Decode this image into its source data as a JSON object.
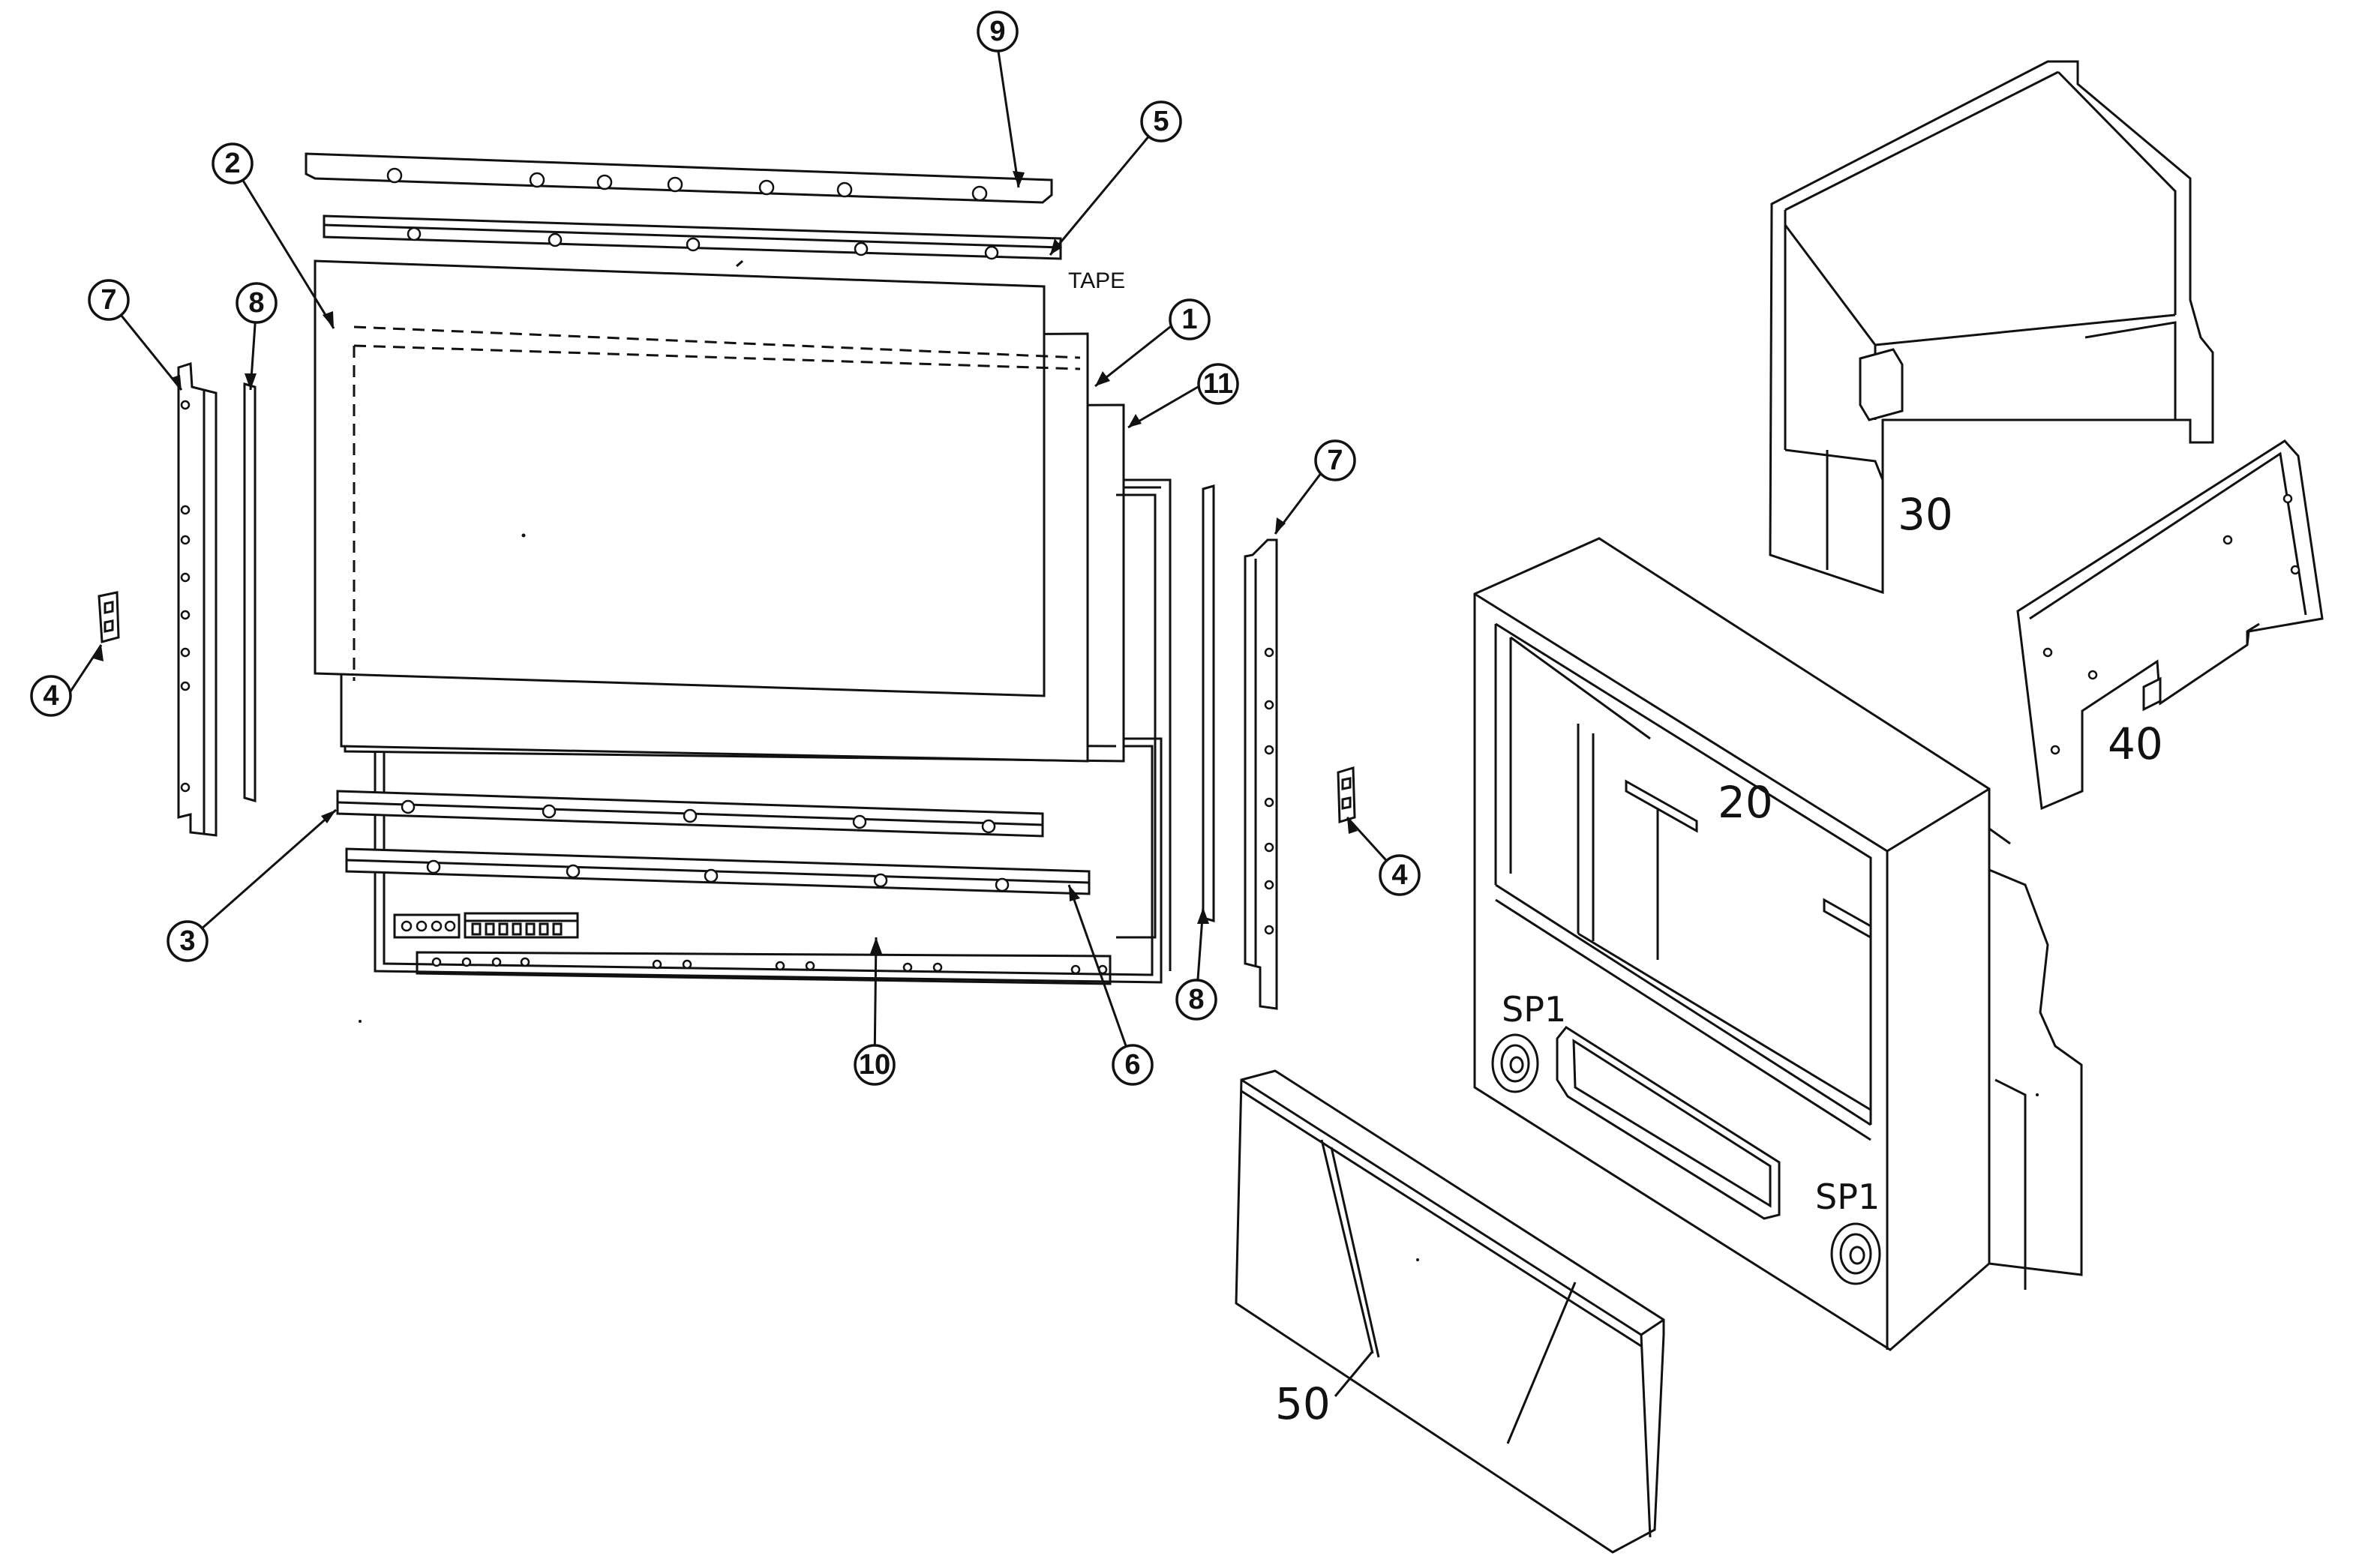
{
  "callouts": [
    {
      "id": "c9",
      "label": "9"
    },
    {
      "id": "c5",
      "label": "5"
    },
    {
      "id": "c2",
      "label": "2"
    },
    {
      "id": "c7a",
      "label": "7"
    },
    {
      "id": "c8a",
      "label": "8"
    },
    {
      "id": "c1",
      "label": "1"
    },
    {
      "id": "c11",
      "label": "11"
    },
    {
      "id": "c7b",
      "label": "7"
    },
    {
      "id": "c4a",
      "label": "4"
    },
    {
      "id": "c3",
      "label": "3"
    },
    {
      "id": "c4b",
      "label": "4"
    },
    {
      "id": "c8b",
      "label": "8"
    },
    {
      "id": "c10",
      "label": "10"
    },
    {
      "id": "c6",
      "label": "6"
    }
  ],
  "labels": {
    "tape": "TAPE",
    "cabinet_top": "30",
    "back_board": "40",
    "cabinet": "20",
    "speaker_left": "SP1",
    "speaker_right": "SP1",
    "grille": "50"
  }
}
